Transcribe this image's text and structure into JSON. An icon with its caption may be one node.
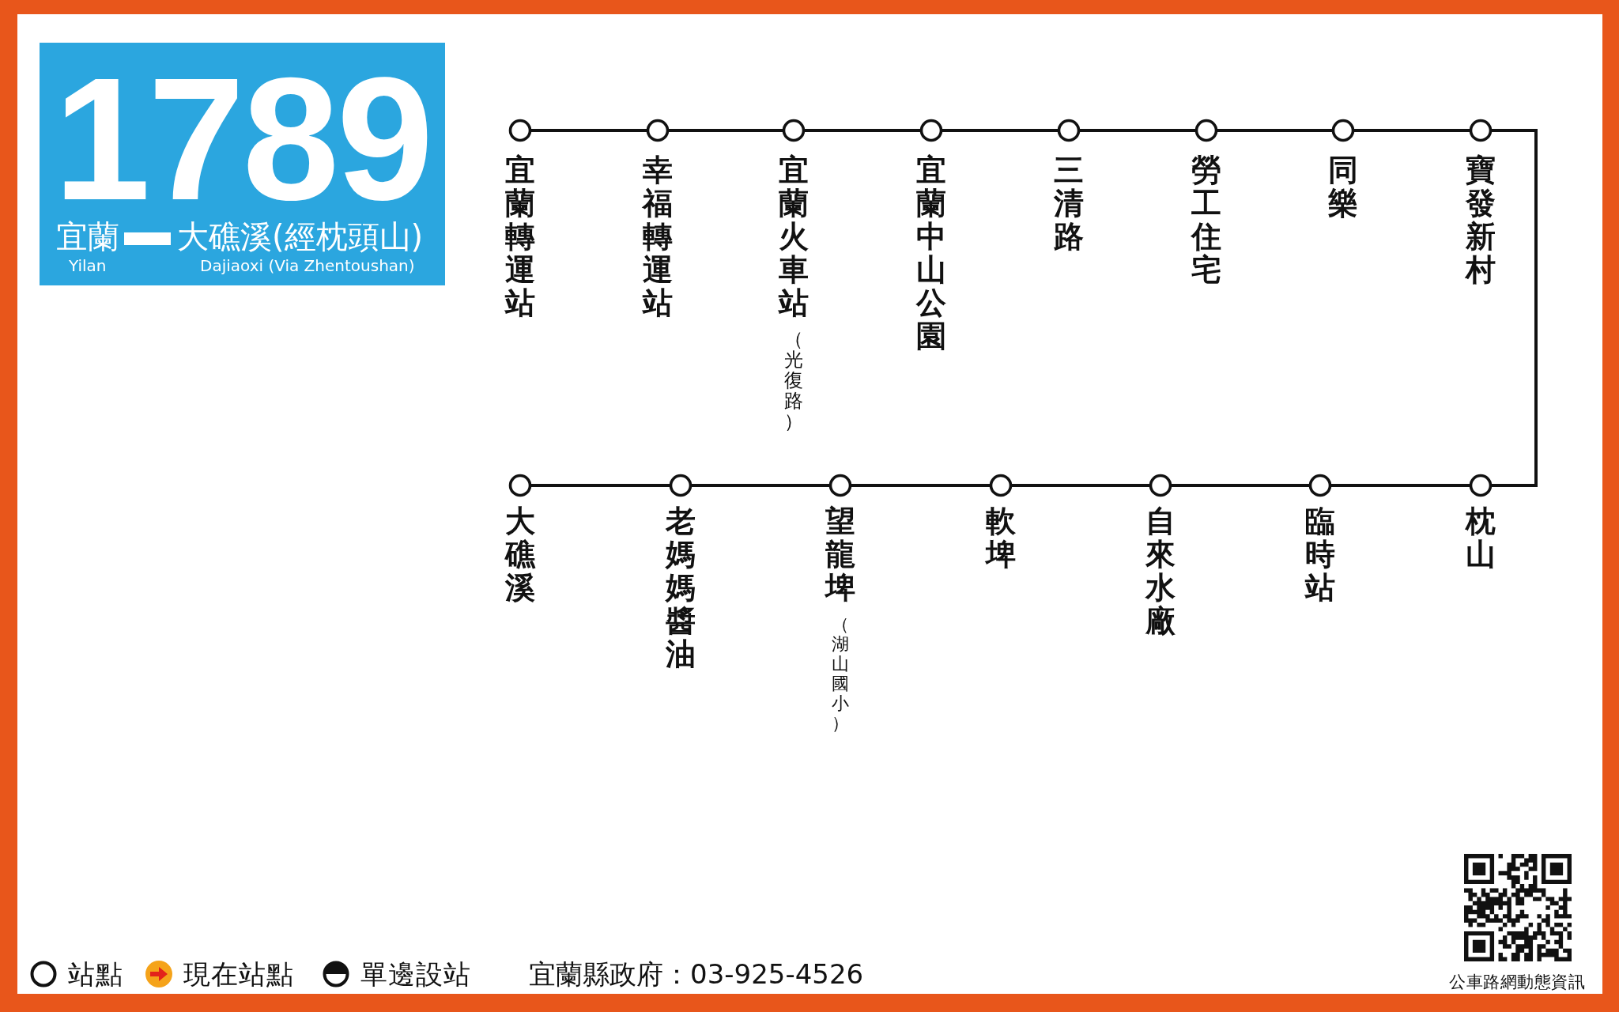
{
  "diagram": {
    "nodes": [
      {
        "text": [
          "1789",
          "宜蘭",
          "大礁溪(經枕頭山)",
          "Yilan",
          "Dajiaoxi (Via Zhentoushan)"
        ]
      },
      {
        "text": [
          "宜蘭轉運站"
        ]
      },
      {
        "text": [
          "幸福轉運站"
        ]
      },
      {
        "text": [
          "宜蘭火車站",
          "（光復路）"
        ]
      },
      {
        "text": [
          "宜蘭中山公園"
        ]
      },
      {
        "text": [
          "三清路"
        ]
      },
      {
        "text": [
          "勞工住宅"
        ]
      },
      {
        "text": [
          "同樂"
        ]
      },
      {
        "text": [
          "寶發新村"
        ]
      },
      {
        "text": [
          "枕山"
        ]
      },
      {
        "text": [
          "臨時站"
        ]
      },
      {
        "text": [
          "自來水廠"
        ]
      },
      {
        "text": [
          "軟埤"
        ]
      },
      {
        "text": [
          "望龍埤",
          "（湖山國小）"
        ]
      },
      {
        "text": [
          "老媽媽醬油"
        ]
      },
      {
        "text": [
          "大礁溪"
        ]
      }
    ],
    "edges": [
      {
        "from": 1,
        "to": 2,
        "arrow": "none"
      },
      {
        "from": 2,
        "to": 3,
        "arrow": "none"
      },
      {
        "from": 3,
        "to": 4,
        "arrow": "none"
      },
      {
        "from": 4,
        "to": 5,
        "arrow": "none"
      },
      {
        "from": 5,
        "to": 6,
        "arrow": "none"
      },
      {
        "from": 6,
        "to": 7,
        "arrow": "none"
      },
      {
        "from": 7,
        "to": 8,
        "arrow": "none"
      },
      {
        "from": 8,
        "to": 9,
        "arrow": "none"
      },
      {
        "from": 9,
        "to": 10,
        "arrow": "none"
      },
      {
        "from": 10,
        "to": 11,
        "arrow": "none"
      },
      {
        "from": 11,
        "to": 12,
        "arrow": "none"
      },
      {
        "from": 12,
        "to": 13,
        "arrow": "none"
      },
      {
        "from": 13,
        "to": 14,
        "arrow": "none"
      },
      {
        "from": 14,
        "to": 15,
        "arrow": "none"
      }
    ],
    "labels": [
      "宜蘭縣政府：03-925-4526",
      "公車路網動態資訊"
    ],
    "legend": [
      {
        "text": "站點"
      },
      {
        "text": "現在站點"
      },
      {
        "text": "單邊設站"
      }
    ]
  }
}
